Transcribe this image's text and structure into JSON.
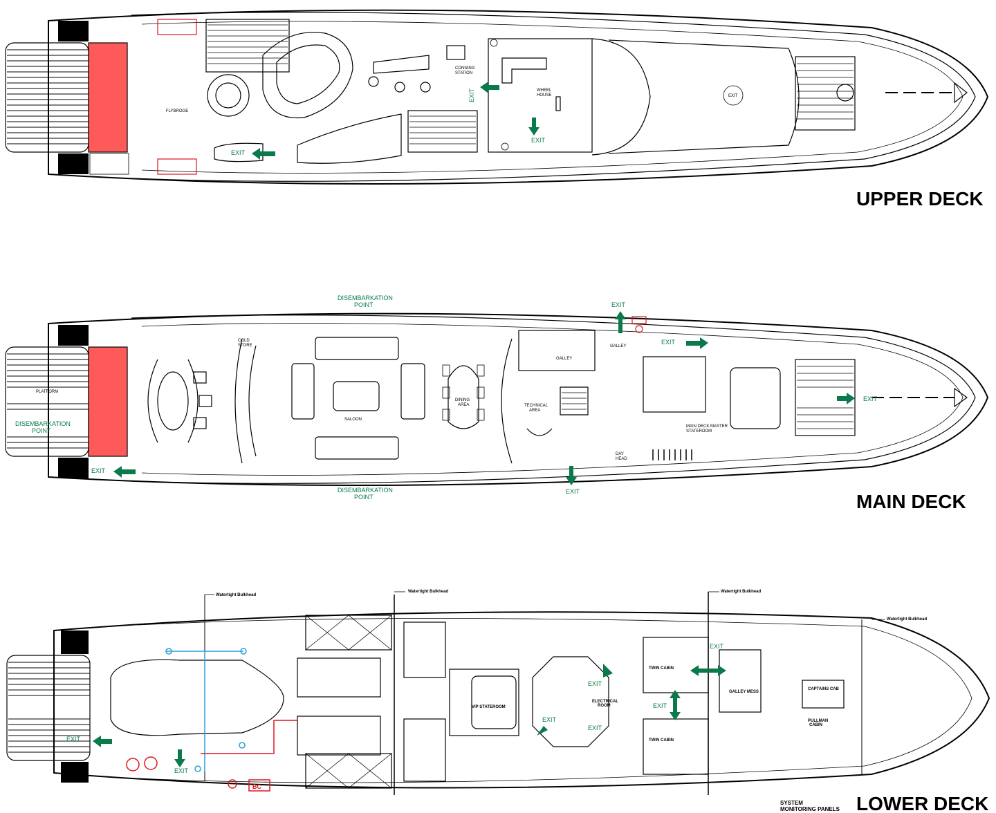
{
  "decks": {
    "upper": {
      "title": "UPPER DECK",
      "labels": {
        "flybridge": "FLYBROGE",
        "conning": "CONNING",
        "conning2": "STATION",
        "wheel": "WHEEL",
        "wheel2": "HOUSE",
        "exit_a": "EXIT",
        "exit_b": "EXIT",
        "exit_c": "EXIT",
        "exit_d": "EXIT"
      }
    },
    "main": {
      "title": "MAIN DECK",
      "labels": {
        "disembark_top1": "DISEMBARKATION",
        "disembark_top2": "POINT",
        "disembark_bot1": "DISEMBARKATION",
        "disembark_bot2": "POINT",
        "disembark_side1": "DISEMBARKATION",
        "disembark_side2": "POINT",
        "platform": "PLATFORM",
        "cold1": "COLD",
        "cold2": "STORE",
        "saloon": "SALOON",
        "dining1": "DINING",
        "dining2": "AREA",
        "galley": "GALLEY",
        "galley_small": "GALLEY",
        "technical1": "TECHNICAL",
        "technical2": "AREA",
        "master1": "MAIN DECK MASTER",
        "master2": "STATEROOM",
        "day1": "DAY",
        "day2": "HEAD",
        "exit_a": "EXIT",
        "exit_b": "EXIT",
        "exit_c": "EXIT",
        "exit_d": "EXIT",
        "exit_e": "EXIT"
      }
    },
    "lower": {
      "title": "LOWER DECK",
      "labels": {
        "bulkhead1": "Watertight Bulkhead",
        "bulkhead2": "Watertight Bulkhead",
        "bulkhead3": "Watertight Bulkhead",
        "bulkhead4": "Watertight Bulkhead",
        "vip": "VIP STATEROOM",
        "electrical1": "ELECTRICAL",
        "electrical2": "ROOM",
        "twin1": "TWIN CABIN",
        "twin2": "TWIN CABIN",
        "galley_mess": "GALLEY MESS",
        "captains": "CAPTAINS CAB",
        "pullman1": "PULLMAN",
        "pullman2": "CABIN",
        "system1": "SYSTEM",
        "system2": "MONITORING PANELS",
        "bc": "BC",
        "exit_a": "EXIT",
        "exit_b": "EXIT",
        "exit_c": "EXIT",
        "exit_d": "EXIT",
        "exit_e": "EXIT",
        "exit_f": "EXIT",
        "exit_g": "EXIT"
      }
    }
  },
  "colors": {
    "line": "#000000",
    "exit_green": "#0a7a4a",
    "platform_red": "#ff5a5a",
    "fire_red": "#e0141e",
    "water_blue": "#2aa0d8"
  }
}
